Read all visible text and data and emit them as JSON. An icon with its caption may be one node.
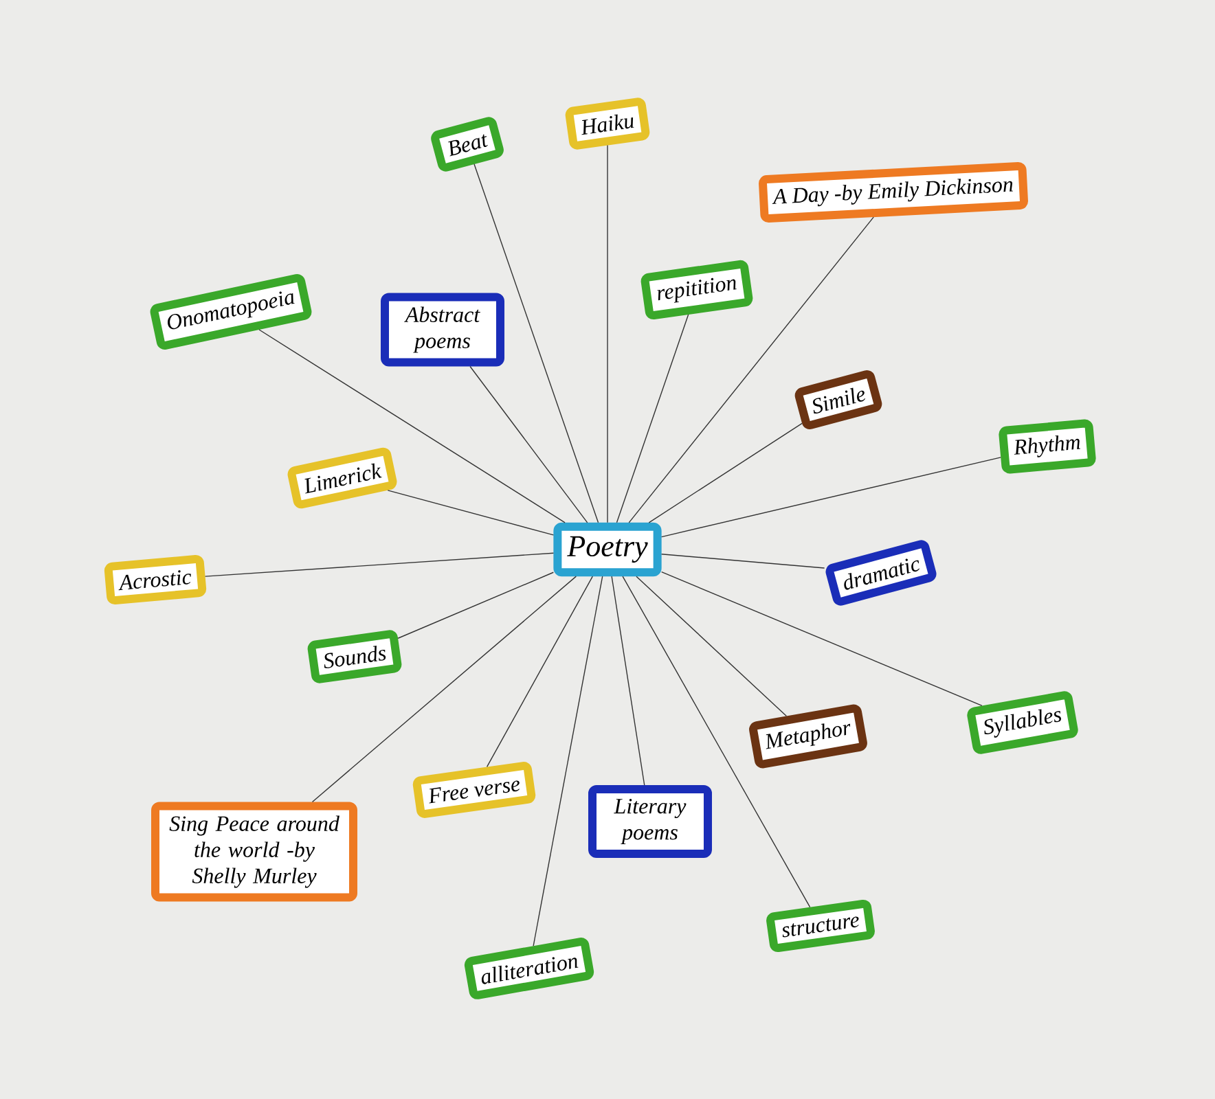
{
  "diagram": {
    "nodes": [
      {
        "text": [
          "Poetry"
        ]
      },
      {
        "text": [
          "Haiku"
        ]
      },
      {
        "text": [
          "A Day -by Emily Dickinson"
        ]
      },
      {
        "text": [
          "Beat"
        ]
      },
      {
        "text": [
          "repitition"
        ]
      },
      {
        "text": [
          "Simile"
        ]
      },
      {
        "text": [
          "Onomatopoeia"
        ]
      },
      {
        "text": [
          "Abstract poems"
        ]
      },
      {
        "text": [
          "dramatic"
        ]
      },
      {
        "text": [
          "Rhythm"
        ]
      },
      {
        "text": [
          "Syllables"
        ]
      },
      {
        "text": [
          "Limerick"
        ]
      },
      {
        "text": [
          "Free verse"
        ]
      },
      {
        "text": [
          "Sounds"
        ]
      },
      {
        "text": [
          "Metaphor"
        ]
      },
      {
        "text": [
          "structure"
        ]
      },
      {
        "text": [
          "Sing Peace around the world -by Shelly Murley"
        ]
      },
      {
        "text": [
          "Literary poems"
        ]
      },
      {
        "text": [
          "alliteration"
        ]
      },
      {
        "text": [
          "Acrostic"
        ]
      }
    ],
    "edges": [
      {
        "from": 0,
        "to": 1,
        "arrow": "none"
      },
      {
        "from": 0,
        "to": 2,
        "arrow": "none"
      },
      {
        "from": 0,
        "to": 3,
        "arrow": "none"
      },
      {
        "from": 0,
        "to": 4,
        "arrow": "none"
      },
      {
        "from": 0,
        "to": 5,
        "arrow": "none"
      },
      {
        "from": 0,
        "to": 6,
        "arrow": "none"
      },
      {
        "from": 0,
        "to": 7,
        "arrow": "none"
      },
      {
        "from": 0,
        "to": 8,
        "arrow": "none"
      },
      {
        "from": 0,
        "to": 9,
        "arrow": "none"
      },
      {
        "from": 0,
        "to": 10,
        "arrow": "none"
      },
      {
        "from": 0,
        "to": 11,
        "arrow": "none"
      },
      {
        "from": 0,
        "to": 12,
        "arrow": "none"
      },
      {
        "from": 0,
        "to": 13,
        "arrow": "none"
      },
      {
        "from": 0,
        "to": 14,
        "arrow": "none"
      },
      {
        "from": 0,
        "to": 15,
        "arrow": "none"
      },
      {
        "from": 0,
        "to": 16,
        "arrow": "none"
      },
      {
        "from": 0,
        "to": 17,
        "arrow": "none"
      },
      {
        "from": 0,
        "to": 18,
        "arrow": "none"
      },
      {
        "from": 0,
        "to": 19,
        "arrow": "none"
      }
    ]
  }
}
